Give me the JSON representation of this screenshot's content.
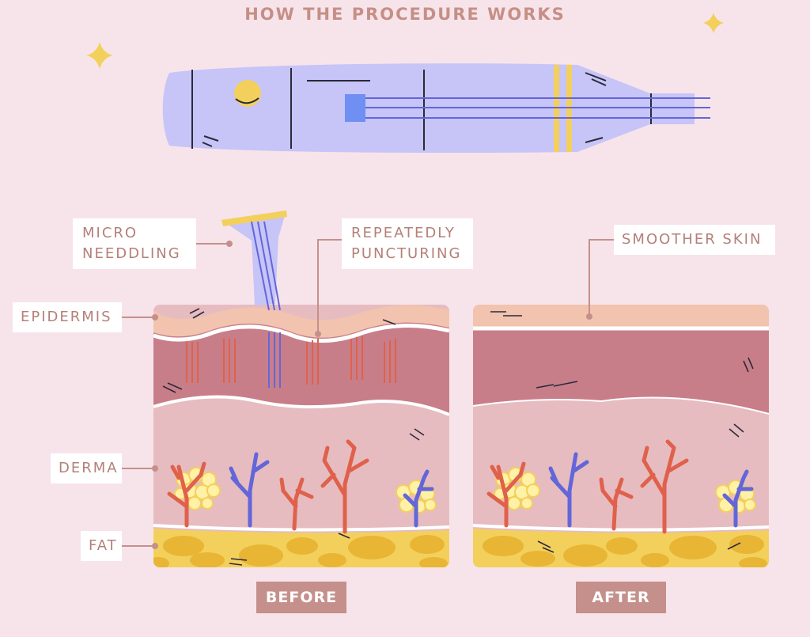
{
  "title": "HOW THE PROCEDURE WORKS",
  "labels": {
    "micro_needling_line1": "MICRO",
    "micro_needling_line2": "NEEDDLING",
    "repeatedly_line1": "REPEATEDLY",
    "repeatedly_line2": "PUNCTURING",
    "smoother_skin": "SMOOTHER SKIN",
    "epidermis": "EPIDERMIS",
    "derma": "DERMA",
    "fat": "FAT"
  },
  "panels": {
    "before": "BEFORE",
    "after": "AFTER"
  },
  "colors": {
    "background": "#f7e4ea",
    "device": "#c7c4f7",
    "device_accent": "#f3d05c",
    "epidermis": "#f2c3ae",
    "upper_dermis": "#c87e89",
    "dermis": "#e6bcc0",
    "fat": "#f3d05c",
    "vessel_red": "#e0614b",
    "vessel_blue": "#6266d9",
    "label_text": "#b48079",
    "stamp": "#c5908b"
  }
}
